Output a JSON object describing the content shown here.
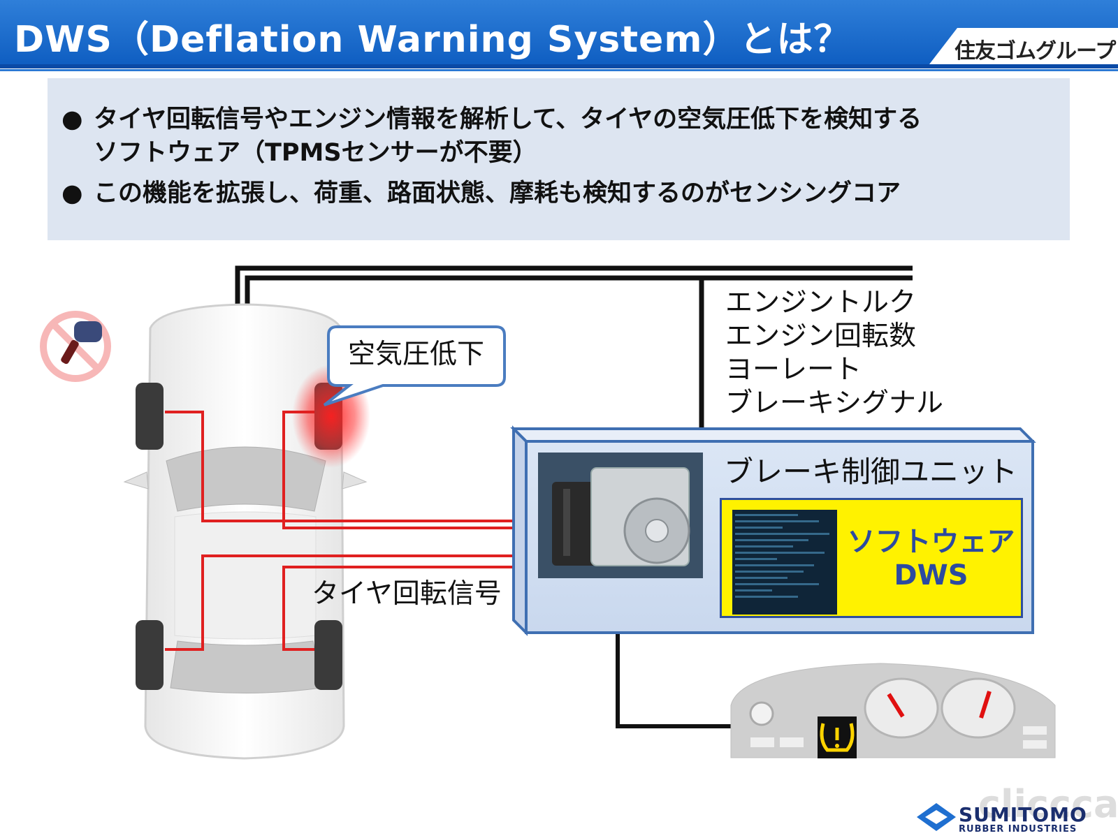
{
  "title": "DWS（Deflation Warning System）とは？",
  "brand": "住友ゴムグループ",
  "bullets": {
    "b1_line1": "タイヤ回転信号やエンジン情報を解析して、タイヤの空気圧低下を検知する",
    "b1_line2": "ソフトウェア（TPMSセンサーが不要）",
    "b2": "この機能を拡張し、荷重、路面状態、摩耗も検知するのがセンシングコア",
    "bullet_glyph": "●"
  },
  "diagram": {
    "callout": "空気圧低下",
    "tire_signal": "タイヤ回転信号",
    "signals": [
      "エンジントルク",
      "エンジン回転数",
      "ヨーレート",
      "ブレーキシグナル"
    ],
    "unit_label": "ブレーキ制御ユニット",
    "software_line1": "ソフトウェア",
    "software_line2": "DWS"
  },
  "logo": {
    "line1": "SUMITOMO",
    "line2": "RUBBER INDUSTRIES"
  },
  "watermark": "clicccar",
  "colors": {
    "header_blue": "#1565c8",
    "panel_bg": "#dde5f1",
    "wire_red": "#e02020",
    "software_yellow": "#fff200",
    "software_text": "#2c4aa0"
  }
}
